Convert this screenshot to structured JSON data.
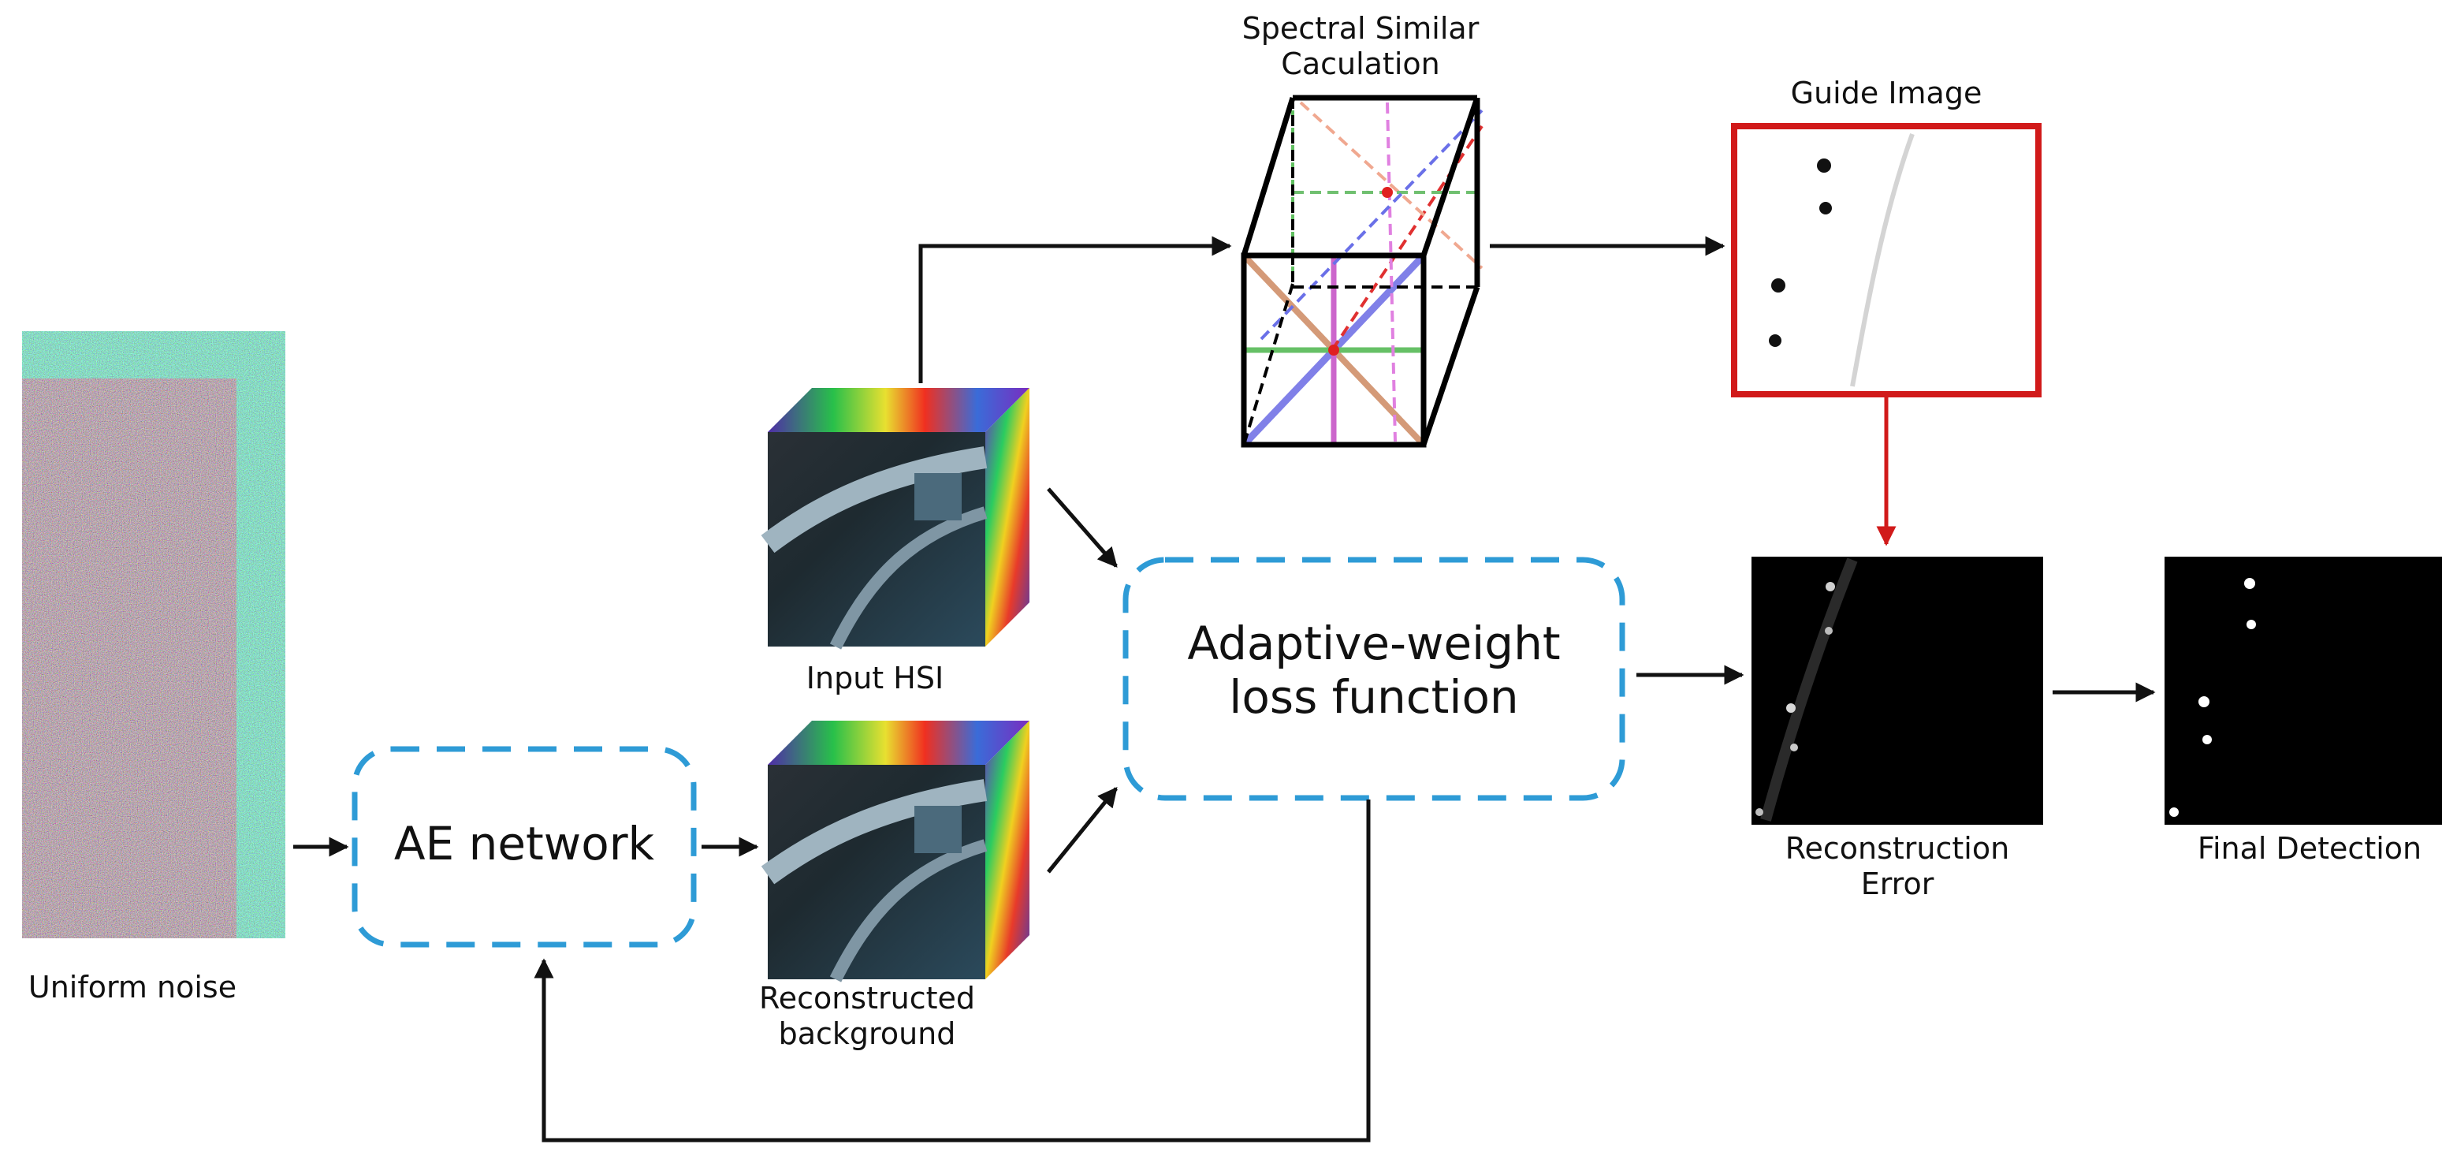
{
  "labels": {
    "spectral_similar_line1": "Spectral Similar",
    "spectral_similar_line2": "Caculation",
    "guide_image": "Guide Image",
    "input_hsi": "Input HSI",
    "ae_network": "AE network",
    "adaptive_weight_line1": "Adaptive-weight",
    "adaptive_weight_line2": "loss function",
    "reconstruction_error_line1": "Reconstruction",
    "reconstruction_error_line2": "Error",
    "final_detection": "Final Detection",
    "uniform_noise": "Uniform noise",
    "reconstructed_bg_line1": "Reconstructed",
    "reconstructed_bg_line2": "background"
  },
  "colors": {
    "dashed_box": "#2e9bd6",
    "guide_frame": "#d11a1a",
    "feedback_red_arrow": "#d11a1a",
    "arrow": "#111111",
    "cube_edge": "#000000",
    "map_background": "#000000"
  }
}
